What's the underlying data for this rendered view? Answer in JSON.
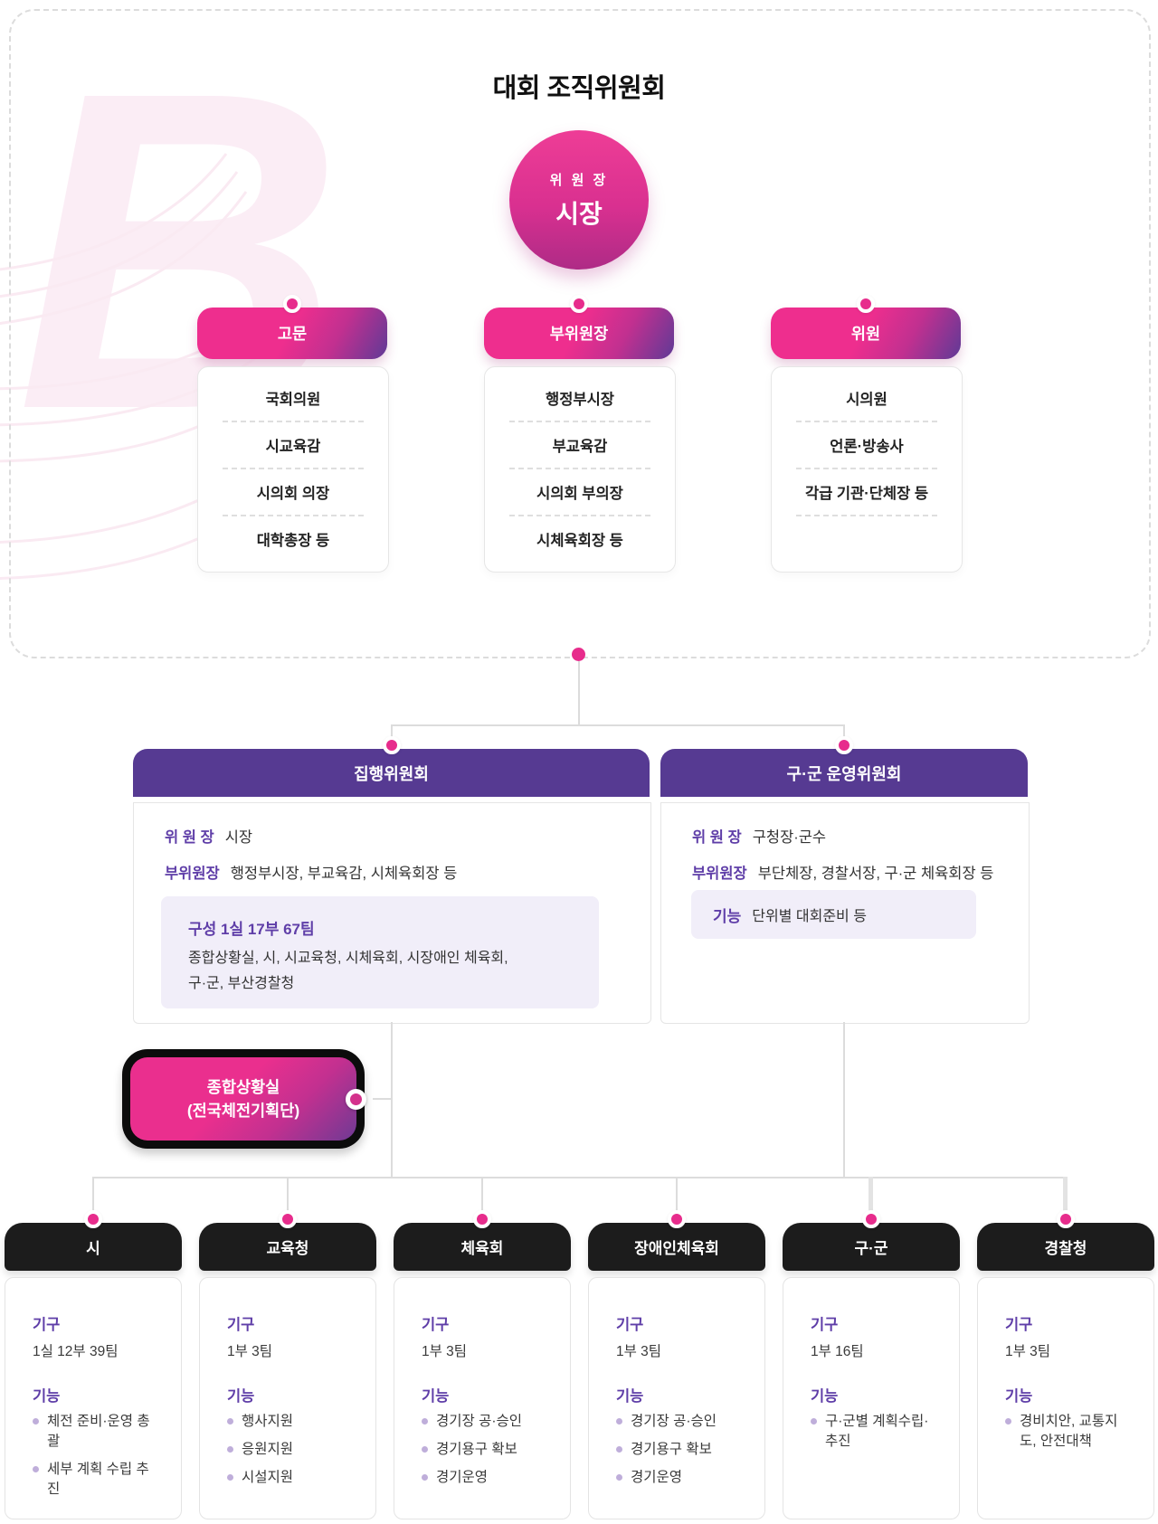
{
  "title": "대회 조직위원회",
  "chairman": {
    "label": "위 원 장",
    "value": "시장"
  },
  "top_groups": [
    {
      "title": "고문",
      "items": [
        "국회의원",
        "시교육감",
        "시의회 의장",
        "대학총장 등"
      ]
    },
    {
      "title": "부위원장",
      "items": [
        "행정부시장",
        "부교육감",
        "시의회 부의장",
        "시체육회장 등"
      ]
    },
    {
      "title": "위원",
      "items": [
        "시의원",
        "언론·방송사",
        "각급 기관·단체장 등"
      ]
    }
  ],
  "committees": [
    {
      "title": "집행위원회",
      "rows": [
        {
          "label": "위 원 장",
          "value": "시장"
        },
        {
          "label": "부위원장",
          "value": "행정부시장, 부교육감, 시체육회장 등"
        }
      ],
      "panel": {
        "title": "구성 1실 17부 67팀",
        "lines": [
          "종합상황실, 시, 시교육청, 시체육회, 시장애인 체육회,",
          "구·군, 부산경찰청"
        ]
      }
    },
    {
      "title": "구·군 운영위원회",
      "rows": [
        {
          "label": "위 원 장",
          "value": "구청장·군수"
        },
        {
          "label": "부위원장",
          "value": "부단체장, 경찰서장, 구·군 체육회장 등"
        }
      ],
      "panel": {
        "label": "기능",
        "value": "단위별 대회준비 등"
      }
    }
  ],
  "situation_room": {
    "line1": "종합상황실",
    "line2": "(전국체전기획단)"
  },
  "labels": {
    "org": "기구",
    "fn": "기능"
  },
  "departments": [
    {
      "title": "시",
      "org": "1실 12부 39팀",
      "functions": [
        "체전 준비·운영 총괄",
        "세부 계획 수립 추진"
      ]
    },
    {
      "title": "교육청",
      "org": "1부 3팀",
      "functions": [
        "행사지원",
        "응원지원",
        "시설지원"
      ]
    },
    {
      "title": "체육회",
      "org": "1부 3팀",
      "functions": [
        "경기장 공·승인",
        "경기용구 확보",
        "경기운영"
      ]
    },
    {
      "title": "장애인체육회",
      "org": "1부 3팀",
      "functions": [
        "경기장 공·승인",
        "경기용구 확보",
        "경기운영"
      ]
    },
    {
      "title": "구·군",
      "org": "1부 16팀",
      "functions": [
        "구·군별 계획수립·추진"
      ]
    },
    {
      "title": "경찰청",
      "org": "1부 3팀",
      "functions": [
        "경비치안, 교통지도, 안전대책"
      ]
    }
  ],
  "colors": {
    "accent_pink": "#e72c8c",
    "accent_purple": "#563a92",
    "purple_text": "#5f3ea8",
    "black_box": "#1c1c1c",
    "lavender_panel": "#f1eef9"
  }
}
